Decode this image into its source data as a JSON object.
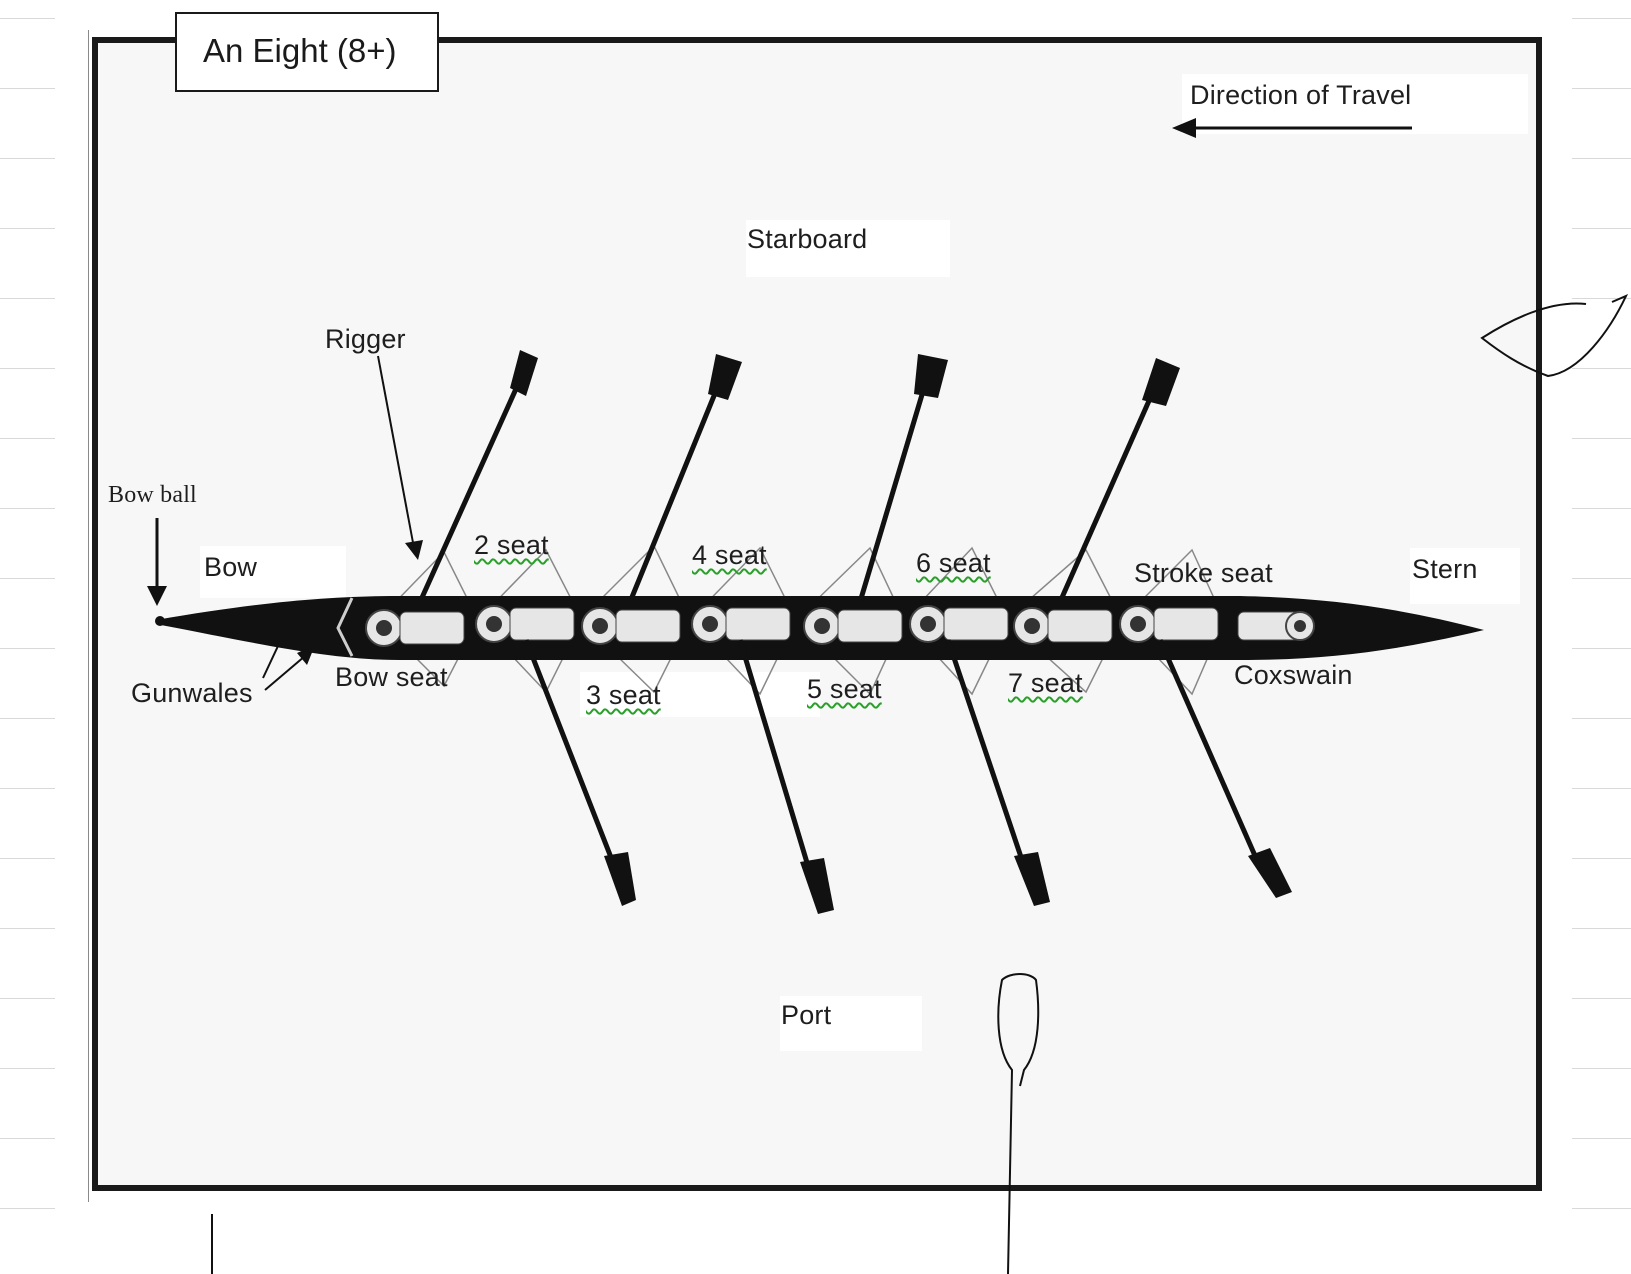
{
  "title": "An Eight (8+)",
  "labels": {
    "direction": "Direction of Travel",
    "starboard": "Starboard",
    "port": "Port",
    "rigger": "Rigger",
    "bow_ball": "Bow ball",
    "bow": "Bow",
    "gunwales": "Gunwales",
    "bow_seat": "Bow seat",
    "seat2": "2 seat",
    "seat3": "3 seat",
    "seat4": "4 seat",
    "seat5": "5 seat",
    "seat6": "6 seat",
    "seat7": "7 seat",
    "stroke_seat": "Stroke seat",
    "coxswain": "Coxswain",
    "stern": "Stern"
  },
  "colors": {
    "hull": "#111111",
    "frame": "#1a1a1a",
    "background": "#f7f7f7",
    "spellcheck_underline": "#2aa02a"
  },
  "icons": [
    "left-arrow-icon",
    "down-arrow-icon",
    "rigger-pointer-arrow",
    "gunwale-pointer-arrows",
    "oar-sketch",
    "hand-sketch"
  ]
}
